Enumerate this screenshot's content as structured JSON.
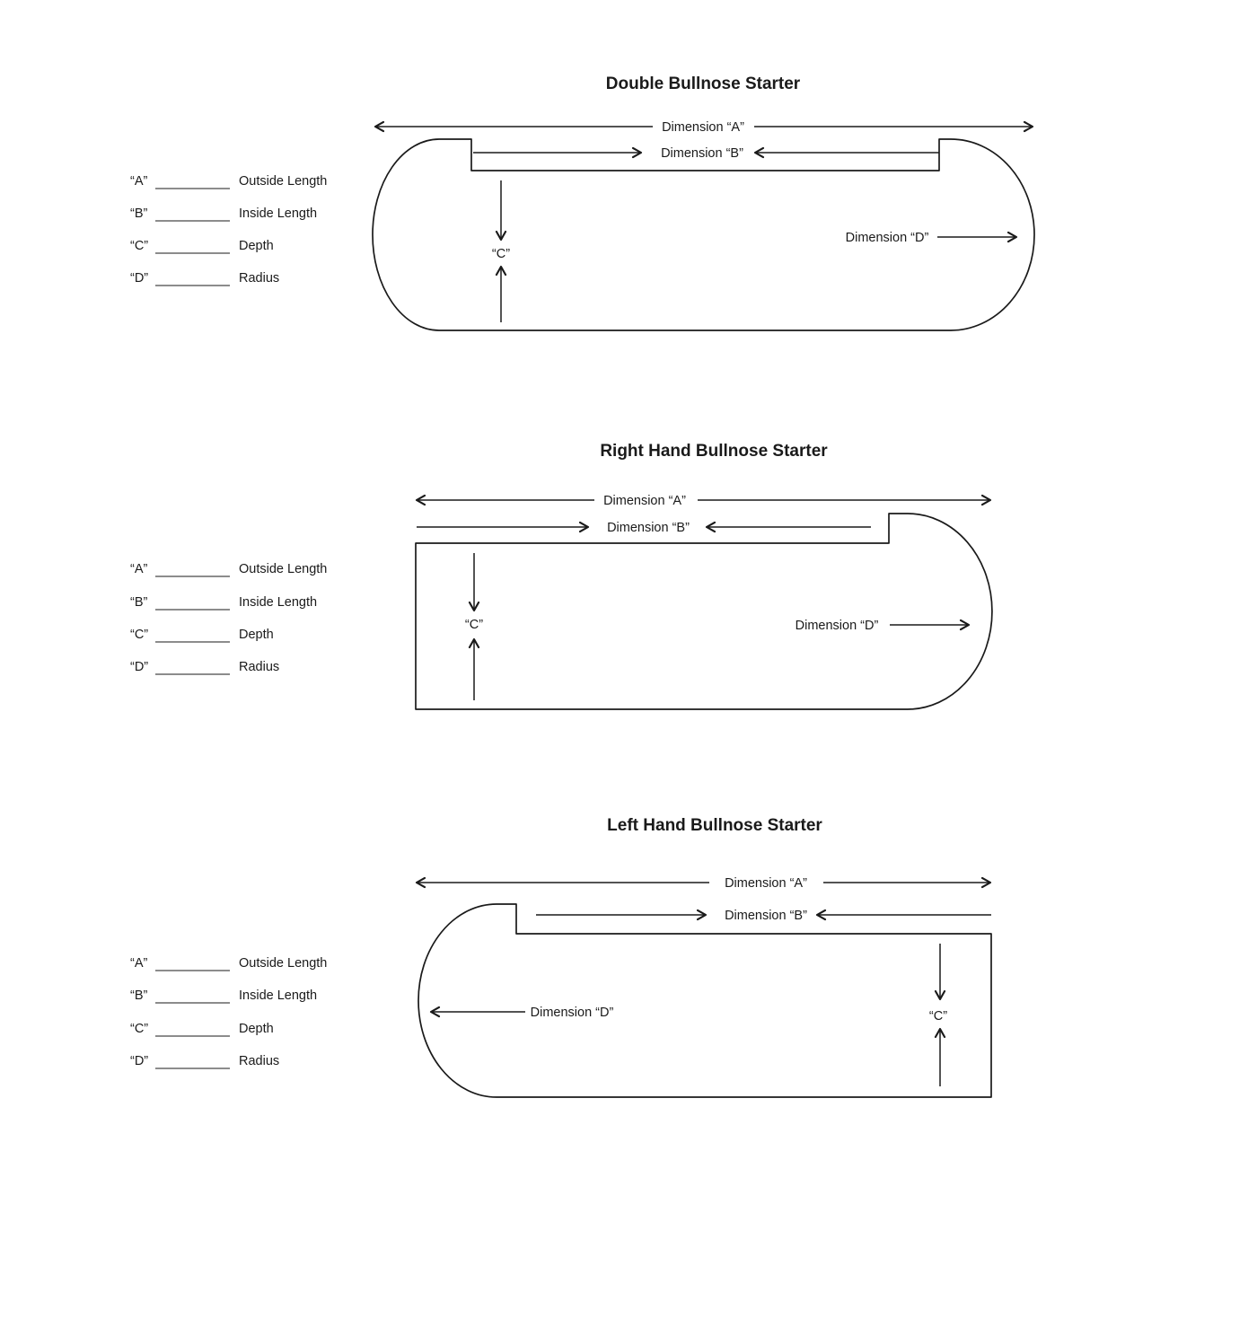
{
  "page": {
    "background": "#ffffff",
    "ink_color": "#1a1a1a"
  },
  "sections": [
    {
      "title": "Double Bullnose Starter",
      "dim_a": "Dimension “A”",
      "dim_b": "Dimension “B”",
      "dim_c": "“C”",
      "dim_d": "Dimension “D”",
      "legend": [
        {
          "key": "“A”",
          "label": "Outside Length"
        },
        {
          "key": "“B”",
          "label": "Inside Length"
        },
        {
          "key": "“C”",
          "label": "Depth"
        },
        {
          "key": "“D”",
          "label": "Radius"
        }
      ]
    },
    {
      "title": "Right Hand Bullnose Starter",
      "dim_a": "Dimension “A”",
      "dim_b": "Dimension “B”",
      "dim_c": "“C”",
      "dim_d": "Dimension “D”",
      "legend": [
        {
          "key": "“A”",
          "label": "Outside Length"
        },
        {
          "key": "“B”",
          "label": "Inside Length"
        },
        {
          "key": "“C”",
          "label": "Depth"
        },
        {
          "key": "“D”",
          "label": "Radius"
        }
      ]
    },
    {
      "title": "Left Hand Bullnose Starter",
      "dim_a": "Dimension “A”",
      "dim_b": "Dimension “B”",
      "dim_c": "“C”",
      "dim_d": "Dimension “D”",
      "legend": [
        {
          "key": "“A”",
          "label": "Outside Length"
        },
        {
          "key": "“B”",
          "label": "Inside Length"
        },
        {
          "key": "“C”",
          "label": "Depth"
        },
        {
          "key": "“D”",
          "label": "Radius"
        }
      ]
    }
  ]
}
